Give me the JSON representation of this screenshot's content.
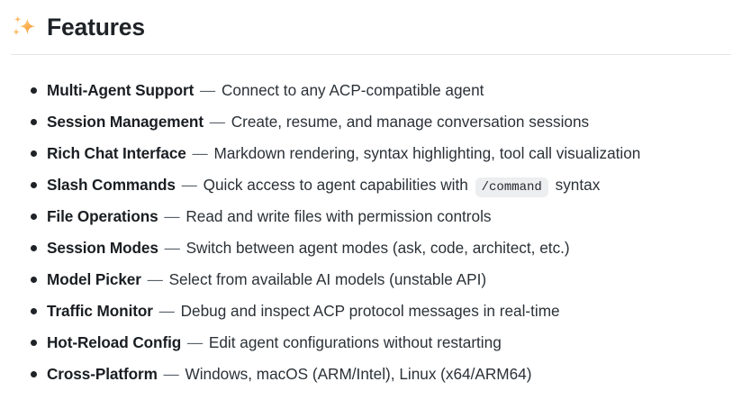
{
  "header": {
    "icon": "sparkles-icon",
    "title": "Features",
    "rule_color": "#e4e6e8"
  },
  "colors": {
    "background": "#ffffff",
    "text": "#2b3137",
    "term": "#1a1e22",
    "dash": "#57606a",
    "code_bg": "#eceef0",
    "sparkle_orange": "#f5a623",
    "sparkle_light": "#ffd188"
  },
  "features": [
    {
      "term": "Multi-Agent Support",
      "dash": "—",
      "desc": "Connect to any ACP-compatible agent"
    },
    {
      "term": "Session Management",
      "dash": "—",
      "desc": "Create, resume, and manage conversation sessions"
    },
    {
      "term": "Rich Chat Interface",
      "dash": "—",
      "desc": "Markdown rendering, syntax highlighting, tool call visualization"
    },
    {
      "term": "Slash Commands",
      "dash": "—",
      "desc": "Quick access to agent capabilities with",
      "code": "/command",
      "desc_after": "syntax"
    },
    {
      "term": "File Operations",
      "dash": "—",
      "desc": "Read and write files with permission controls"
    },
    {
      "term": "Session Modes",
      "dash": "—",
      "desc": "Switch between agent modes (ask, code, architect, etc.)"
    },
    {
      "term": "Model Picker",
      "dash": "—",
      "desc": "Select from available AI models (unstable API)"
    },
    {
      "term": "Traffic Monitor",
      "dash": "—",
      "desc": "Debug and inspect ACP protocol messages in real-time"
    },
    {
      "term": "Hot-Reload Config",
      "dash": "—",
      "desc": "Edit agent configurations without restarting"
    },
    {
      "term": "Cross-Platform",
      "dash": "—",
      "desc": "Windows, macOS (ARM/Intel), Linux (x64/ARM64)"
    }
  ]
}
